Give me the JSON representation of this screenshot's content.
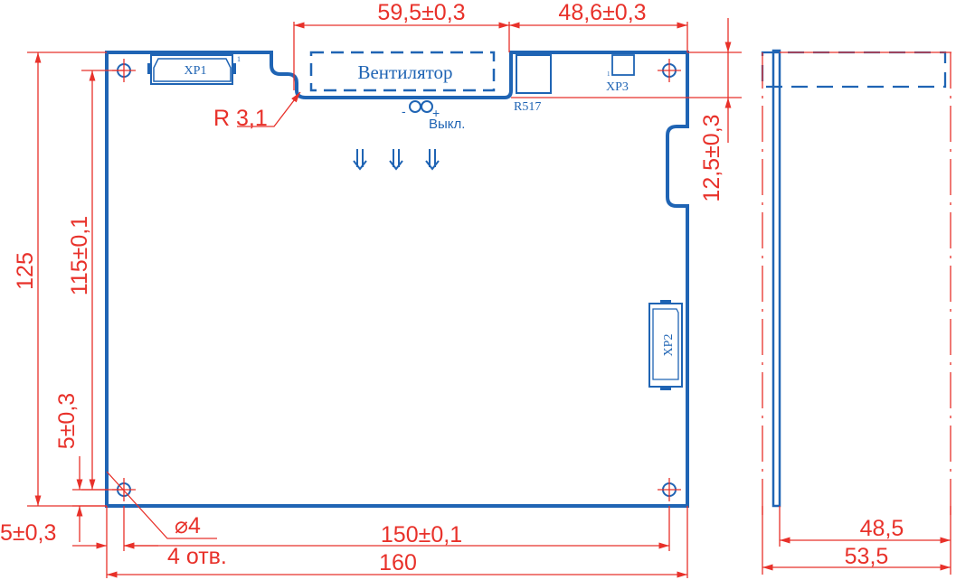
{
  "colors": {
    "outline": "#1f64b4",
    "dimension": "#e8312a"
  },
  "labels": {
    "fan": "Вентилятор",
    "switch": "Выкл.",
    "switch_minus": "-",
    "switch_plus": "+",
    "xp1": "XP1",
    "xp2": "XP2",
    "xp3": "XP3",
    "r517": "R517",
    "pin1": "1"
  },
  "dimensions": {
    "top_fan": "59,5±0,3",
    "top_right": "48,6±0,3",
    "radius": "R 3,1",
    "right_notch": "12,5±0,3",
    "height_total": "125",
    "height_holes": "115±0,1",
    "hole_offset_v": "5±0,3",
    "hole_offset_h": "5±0,3",
    "hole_dia": "⌀4",
    "hole_count": "4 отв.",
    "width_holes": "150±0,1",
    "width_total": "160",
    "side_inner": "48,5",
    "side_outer": "53,5"
  }
}
